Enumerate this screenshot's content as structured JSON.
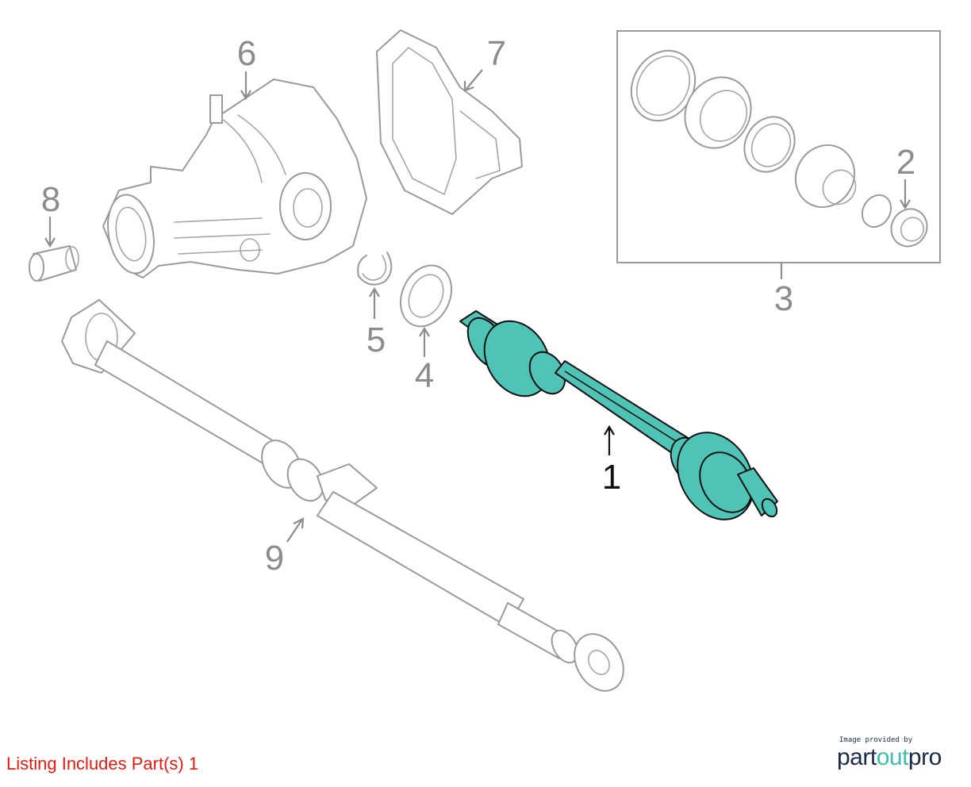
{
  "callouts": {
    "c1": "1",
    "c2": "2",
    "c3": "3",
    "c4": "4",
    "c5": "5",
    "c6": "6",
    "c7": "7",
    "c8": "8",
    "c9": "9"
  },
  "footer": {
    "listing": "Listing Includes Part(s) 1"
  },
  "credit": {
    "small": "Image provided by",
    "logo_part1": "part",
    "logo_part2": "out",
    "logo_part3": "pro"
  },
  "colors": {
    "highlight": "#4fc4b6",
    "listing_text": "#e8190f",
    "callout_gray": "#8c8c8c",
    "logo_navy": "#1b2a4a",
    "logo_teal": "#3fbdb0"
  }
}
